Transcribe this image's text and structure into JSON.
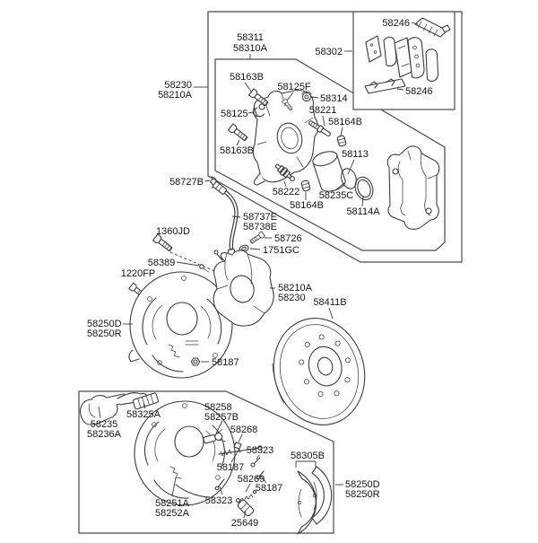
{
  "colors": {
    "background": "#ffffff",
    "line_art": "#3c3c3c",
    "label_text": "#161616"
  },
  "labels": {
    "caliper_sub": [
      "58311",
      "58310A"
    ],
    "pad_kit": "58302",
    "pad_shim": "58246",
    "pad_clip": "58246",
    "caliper_assembly": [
      "58230",
      "58210A"
    ],
    "guide_bolt_a": "58163B",
    "cap_bolt": "58125F",
    "grommet": "58314",
    "clip": "58125",
    "guide_rod": "58221",
    "bushing_a": "58164B",
    "guide_bolt_b": "58163B",
    "piston": "58113",
    "guide_pin": "58222",
    "bushing_b": "58164B",
    "piston_seal": "58235C",
    "boot_ring": "58114A",
    "hose_clip": "58727B",
    "brake_hose": [
      "58737E",
      "58738E"
    ],
    "banjo_bolt": "58726",
    "washer": "1751GC",
    "mount_bolt": "1360JD",
    "bleeder": "58389",
    "plate_bolt": "1220FP",
    "caliper_installed": [
      "58210A",
      "58230"
    ],
    "disc_rotor": "58411B",
    "backing_plate": [
      "58250D",
      "58250R"
    ],
    "nut_a": "58187",
    "dust_cover": [
      "58235",
      "58236A"
    ],
    "shoe_liner": "58325A",
    "adjuster": [
      "58258",
      "58257B"
    ],
    "strut_spring": "58268",
    "pin_a": "58323",
    "nut_b": "58187",
    "lever_spring": "58269",
    "nut_c": "58187",
    "pin_b": "58323",
    "shoe_plate_assembly": [
      "58251A",
      "58252A"
    ],
    "adjuster_cylinder": "25649",
    "shoe_kit": "58305B",
    "backing_plate_kit": [
      "58250D",
      "58250R"
    ]
  }
}
